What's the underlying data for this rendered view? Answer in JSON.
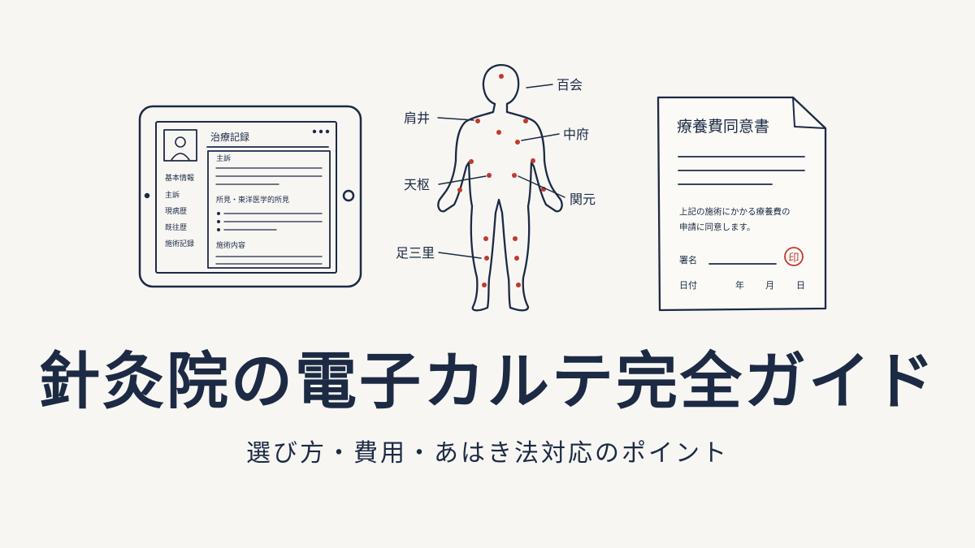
{
  "tablet": {
    "header": "治療記録",
    "menu": [
      "基本情報",
      "主訴",
      "現病歴",
      "既往歴",
      "施術記録"
    ],
    "sections": [
      "主訴",
      "所見・東洋医学的所見",
      "施術内容"
    ]
  },
  "body_chart": {
    "points": [
      "百会",
      "肩井",
      "中府",
      "天枢",
      "関元",
      "足三里"
    ]
  },
  "consent_form": {
    "title": "療養費同意書",
    "body_line1": "上記の施術にかかる療養費の",
    "body_line2": "申請に同意します。",
    "signature_label": "署名",
    "seal": "印",
    "date_label": "日付",
    "year": "年",
    "month": "月",
    "day": "日"
  },
  "title": "針灸院の電子カルテ完全ガイド",
  "subtitle": "選び方・費用・あはき法対応のポイント",
  "colors": {
    "ink": "#1c2a44",
    "point_red": "#c0392b",
    "background": "#f7f6f3"
  }
}
